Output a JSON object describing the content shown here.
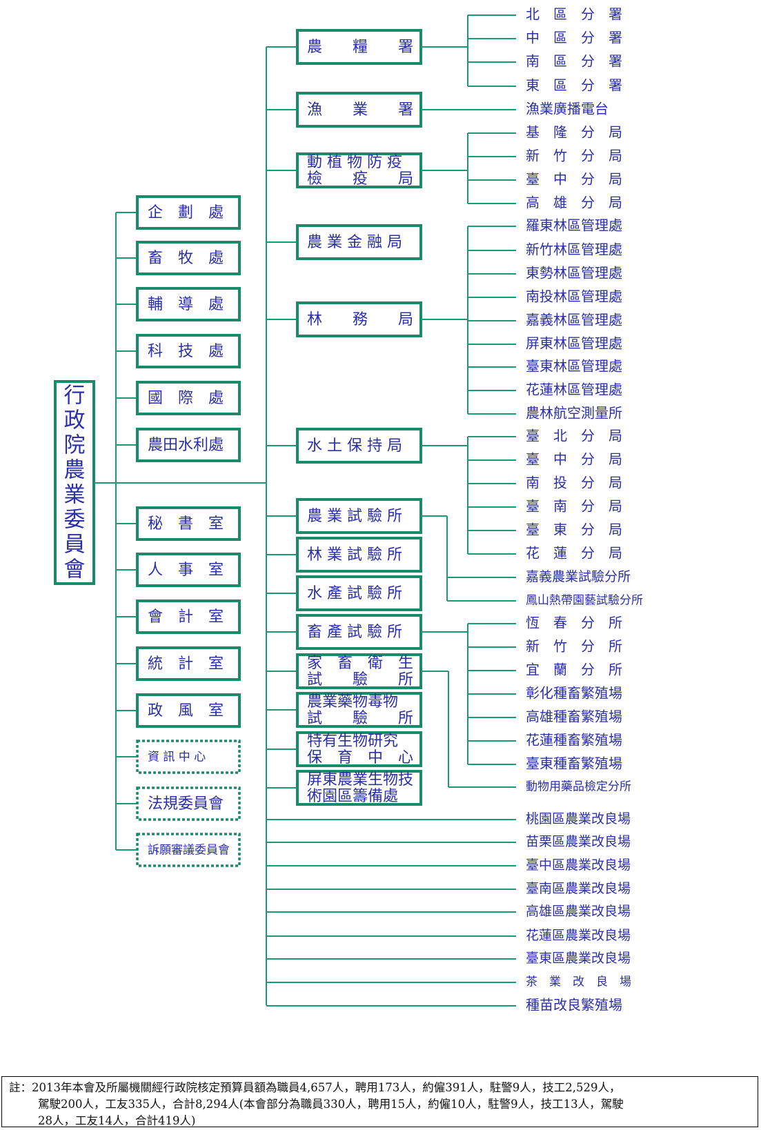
{
  "colors": {
    "line": "#1a9a72",
    "box_border": "#1a8a6b",
    "text": "#2b2fa8"
  },
  "root": {
    "label": "行政院農業委員會",
    "chars": [
      "行",
      "政",
      "院",
      "農",
      "業",
      "委",
      "員",
      "會"
    ]
  },
  "units_upper": [
    {
      "label": "企　劃　處"
    },
    {
      "label": "畜　牧　處"
    },
    {
      "label": "輔　導　處"
    },
    {
      "label": "科　技　處"
    },
    {
      "label": "國　際　處"
    },
    {
      "label": "農田水利處"
    }
  ],
  "units_lower": [
    {
      "label": "秘　書　室",
      "dotted": false
    },
    {
      "label": "人　事　室",
      "dotted": false
    },
    {
      "label": "會　計　室",
      "dotted": false
    },
    {
      "label": "統　計　室",
      "dotted": false
    },
    {
      "label": "政　風　室",
      "dotted": false
    },
    {
      "label": "資 訊 中 心",
      "dotted": true
    },
    {
      "label": "法規委員會",
      "dotted": true
    },
    {
      "label": "訴願審議委員會",
      "dotted": true
    }
  ],
  "agencies": [
    {
      "lines": [
        "農　　糧　　署"
      ]
    },
    {
      "lines": [
        "漁　　業　　署"
      ]
    },
    {
      "lines": [
        "動 植 物 防 疫",
        "檢　　疫　　局"
      ]
    },
    {
      "lines": [
        "農 業 金 融 局"
      ]
    },
    {
      "lines": [
        "林　　務　　局"
      ]
    },
    {
      "lines": [
        "水 土 保 持 局"
      ]
    },
    {
      "lines": [
        "農 業 試 驗 所"
      ]
    },
    {
      "lines": [
        "林 業 試 驗 所"
      ]
    },
    {
      "lines": [
        "水 產 試 驗 所"
      ]
    },
    {
      "lines": [
        "畜 產 試 驗 所"
      ]
    },
    {
      "lines": [
        "家　畜　衛　生",
        "試　　驗　　所"
      ]
    },
    {
      "lines": [
        "農業藥物毒物",
        "試　　驗　　所"
      ]
    },
    {
      "lines": [
        "特有生物研究",
        "保　育　中　心"
      ]
    },
    {
      "lines": [
        "屏東農業生物技",
        "術園區籌備處"
      ]
    }
  ],
  "sub_units": [
    "北　區　分　署",
    "中　區　分　署",
    "南　區　分　署",
    "東　區　分　署",
    "漁業廣播電台",
    "基　隆　分　局",
    "新　竹　分　局",
    "臺　中　分　局",
    "高　雄　分　局",
    "羅東林區管理處",
    "新竹林區管理處",
    "東勢林區管理處",
    "南投林區管理處",
    "嘉義林區管理處",
    "屏東林區管理處",
    "臺東林區管理處",
    "花蓮林區管理處",
    "農林航空測量所",
    "臺　北　分　局",
    "臺　中　分　局",
    "南　投　分　局",
    "臺　南　分　局",
    "臺　東　分　局",
    "花　蓮　分　局",
    "嘉義農業試驗分所",
    "鳳山熱帶園藝試驗分所",
    "恆　春　分　所",
    "新　竹　分　所",
    "宜　蘭　分　所",
    "彰化種畜繁殖場",
    "高雄種畜繁殖場",
    "花蓮種畜繁殖場",
    "臺東種畜繁殖場",
    "動物用藥品檢定分所",
    "桃園區農業改良場",
    "苗栗區農業改良場",
    "臺中區農業改良場",
    "臺南區農業改良場",
    "高雄區農業改良場",
    "花蓮區農業改良場",
    "臺東區農業改良場",
    "茶　業　改　良　場",
    "種苗改良繁殖場"
  ],
  "note": {
    "line1": "註：2013年本會及所屬機關經行政院核定預算員額為職員4,657人，聘用173人，約僱391人，駐警9人，技工2,529人，",
    "line2": "駕駛200人，工友335人，合計8,294人(本會部分為職員330人，聘用15人，約僱10人，駐警9人，技工13人，駕駛",
    "line3": "28人，工友14人，合計419人)"
  }
}
